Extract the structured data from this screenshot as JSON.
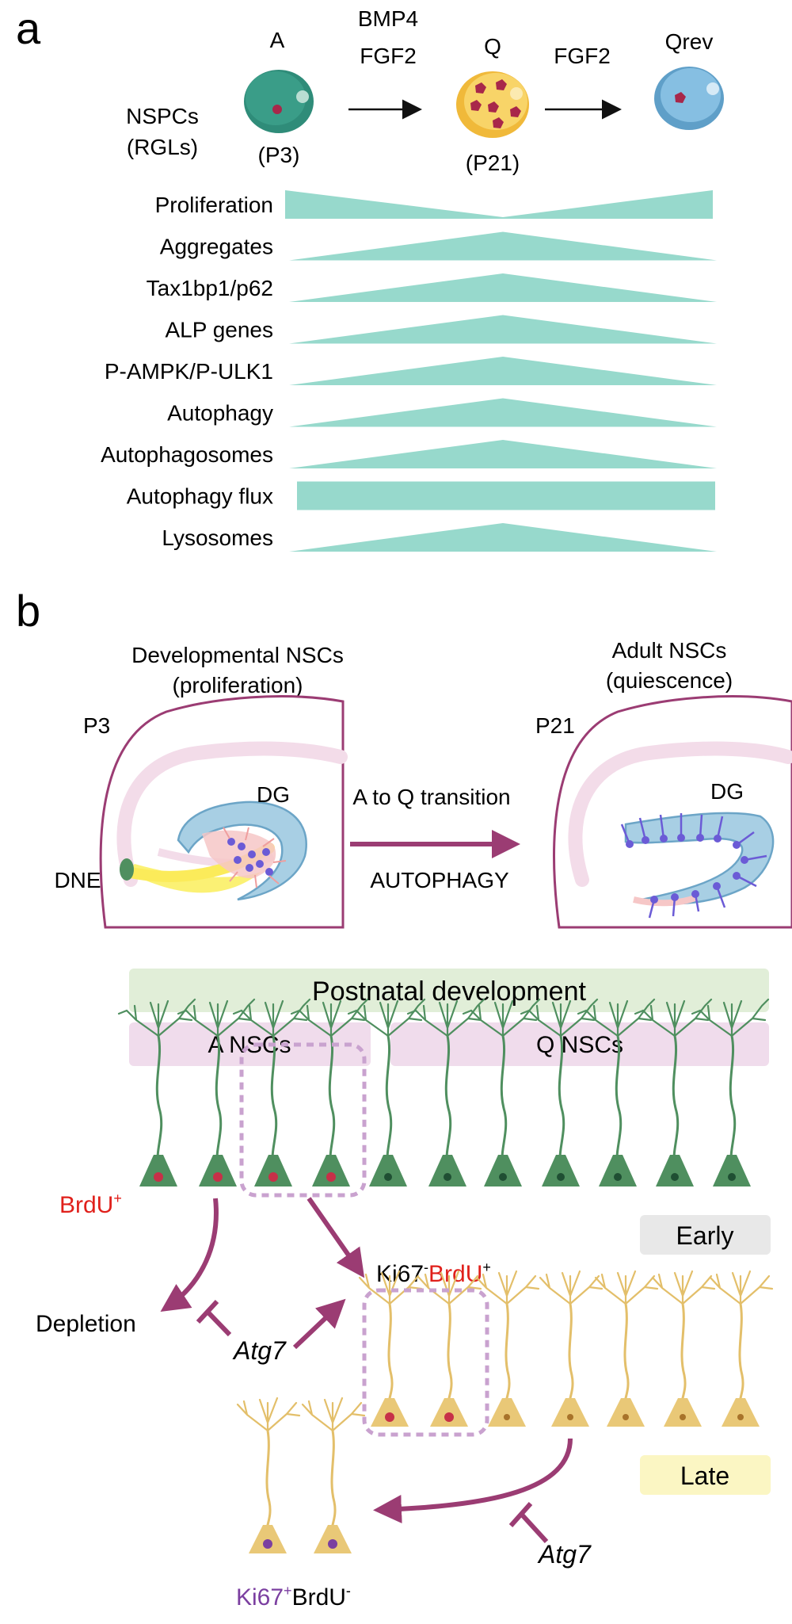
{
  "panel_a": {
    "letter": "a",
    "cell_a_label": "A",
    "cell_a_age": "(P3)",
    "cell_q_label": "Q",
    "cell_q_age": "(P21)",
    "cell_qrev_label": "Qrev",
    "arrow1_line1": "BMP4",
    "arrow1_line2": "FGF2",
    "arrow2_label": "FGF2",
    "nspc_line1": "NSPCs",
    "nspc_line2": "(RGLs)",
    "rows": [
      {
        "label": "Proliferation",
        "shape": "valley"
      },
      {
        "label": "Aggregates",
        "shape": "peak"
      },
      {
        "label": "Tax1bp1/p62",
        "shape": "peak"
      },
      {
        "label": "ALP genes",
        "shape": "peak"
      },
      {
        "label": "P-AMPK/P-ULK1",
        "shape": "peak"
      },
      {
        "label": "Autophagy",
        "shape": "peak"
      },
      {
        "label": "Autophagosomes",
        "shape": "peak"
      },
      {
        "label": "Autophagy flux",
        "shape": "flat"
      },
      {
        "label": "Lysosomes",
        "shape": "peak"
      }
    ],
    "colors": {
      "bar": "#97d9cc",
      "cell_a": "#2f8c79",
      "cell_q": "#f5c542",
      "cell_qrev": "#7cb8dc",
      "dot": "#a8274a"
    }
  },
  "panel_b": {
    "letter": "b",
    "dev_title1": "Developmental NSCs",
    "dev_title2": "(proliferation)",
    "adult_title1": "Adult NSCs",
    "adult_title2": "(quiescence)",
    "p3": "P3",
    "p21": "P21",
    "dg_left": "DG",
    "dg_right": "DG",
    "dne": "DNE",
    "transition": "A to Q transition",
    "autophagy": "AUTOPHAGY",
    "postnatal": "Postnatal development",
    "a_nscs": "A NSCs",
    "q_nscs": "Q NSCs",
    "brdu": "BrdU",
    "plus": "+",
    "minus": "-",
    "ki67": "Ki67",
    "early": "Early",
    "late": "Late",
    "depletion": "Depletion",
    "atg7_1": "Atg7",
    "atg7_2": "Atg7",
    "colors": {
      "arrow": "#9b3c73",
      "green_cell": "#4f8f5f",
      "yellow_cell": "#e9c877",
      "red_nucleus": "#c73048",
      "purple": "#7b3fa0",
      "dashed": "#c9a2cf"
    }
  }
}
